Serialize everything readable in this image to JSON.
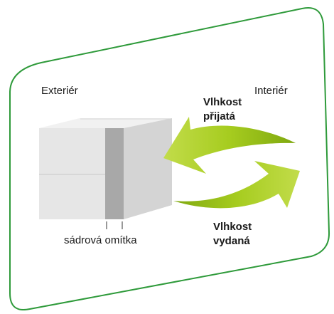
{
  "labels": {
    "exterior": "Exteriér",
    "interior": "Interiér",
    "moisture_in": [
      "Vlhkost",
      "přijatá"
    ],
    "moisture_out": [
      "Vlhkost",
      "vydaná"
    ],
    "layer": "sádrová omítka"
  },
  "colors": {
    "frame": "#2e9a3a",
    "arrow": "#9cc31a",
    "arrow_dark": "#6f9410",
    "wall_front": "#e6e6e6",
    "wall_top": "#f1f1f1",
    "wall_side": "#d4d4d4",
    "plaster": "#a8a8a8"
  }
}
